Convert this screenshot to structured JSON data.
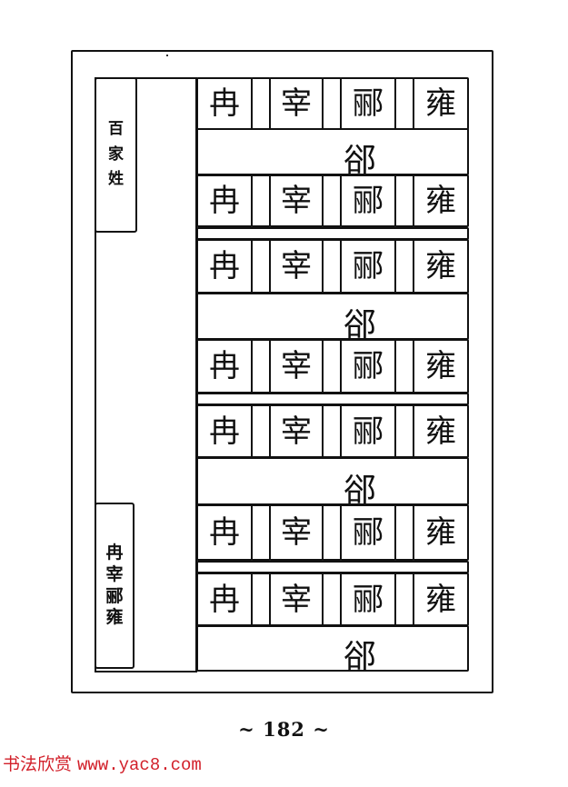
{
  "page": {
    "page_number": "~ 182 ~",
    "watermark": {
      "text": "书法欣赏",
      "url": "www.yac8.com",
      "color": "#d2202a"
    }
  },
  "labels": {
    "top": [
      "百",
      "家",
      "姓"
    ],
    "bottom": [
      "冉",
      "宰",
      "郦",
      "雍"
    ]
  },
  "rows": [
    {
      "type": "cells",
      "chars": [
        "冉",
        "宰",
        "郦",
        "雍"
      ]
    },
    {
      "type": "wide",
      "char": "郤"
    },
    {
      "type": "cells",
      "chars": [
        "冉",
        "宰",
        "郦",
        "雍"
      ]
    },
    {
      "type": "cells",
      "chars": [
        "冉",
        "宰",
        "郦",
        "雍"
      ]
    },
    {
      "type": "wide",
      "char": "郤"
    },
    {
      "type": "cells",
      "chars": [
        "冉",
        "宰",
        "郦",
        "雍"
      ]
    },
    {
      "type": "cells",
      "chars": [
        "冉",
        "宰",
        "郦",
        "雍"
      ]
    },
    {
      "type": "wide",
      "char": "郤"
    },
    {
      "type": "cells",
      "chars": [
        "冉",
        "宰",
        "郦",
        "雍"
      ]
    },
    {
      "type": "cells",
      "chars": [
        "冉",
        "宰",
        "郦",
        "雍"
      ]
    },
    {
      "type": "wide",
      "char": "郤"
    }
  ]
}
